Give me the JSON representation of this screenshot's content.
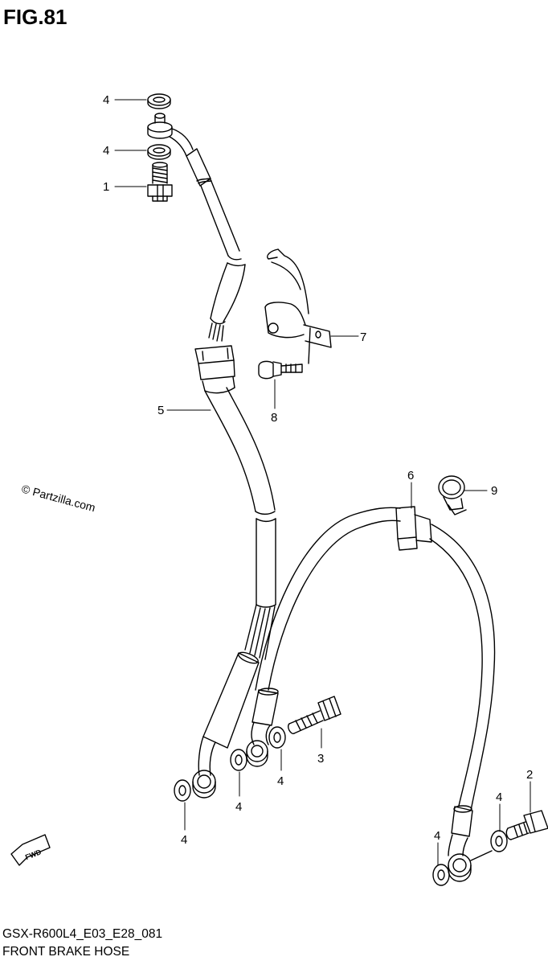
{
  "figure": {
    "title": "FIG.81",
    "watermark": "© Partzilla.com",
    "direction_label": "FWD",
    "code": "GSX-R600L4_E03_E28_081",
    "name": "FRONT BRAKE HOSE"
  },
  "callouts": [
    {
      "id": "c4a",
      "label": "4"
    },
    {
      "id": "c4b",
      "label": "4"
    },
    {
      "id": "c1",
      "label": "1"
    },
    {
      "id": "c7",
      "label": "7"
    },
    {
      "id": "c8",
      "label": "8"
    },
    {
      "id": "c5",
      "label": "5"
    },
    {
      "id": "c6",
      "label": "6"
    },
    {
      "id": "c9",
      "label": "9"
    },
    {
      "id": "c3",
      "label": "3"
    },
    {
      "id": "c4c",
      "label": "4"
    },
    {
      "id": "c4d",
      "label": "4"
    },
    {
      "id": "c4e",
      "label": "4"
    },
    {
      "id": "c2",
      "label": "2"
    },
    {
      "id": "c4f",
      "label": "4"
    },
    {
      "id": "c4g",
      "label": "4"
    }
  ],
  "colors": {
    "ink": "#000000",
    "paper": "#ffffff"
  }
}
